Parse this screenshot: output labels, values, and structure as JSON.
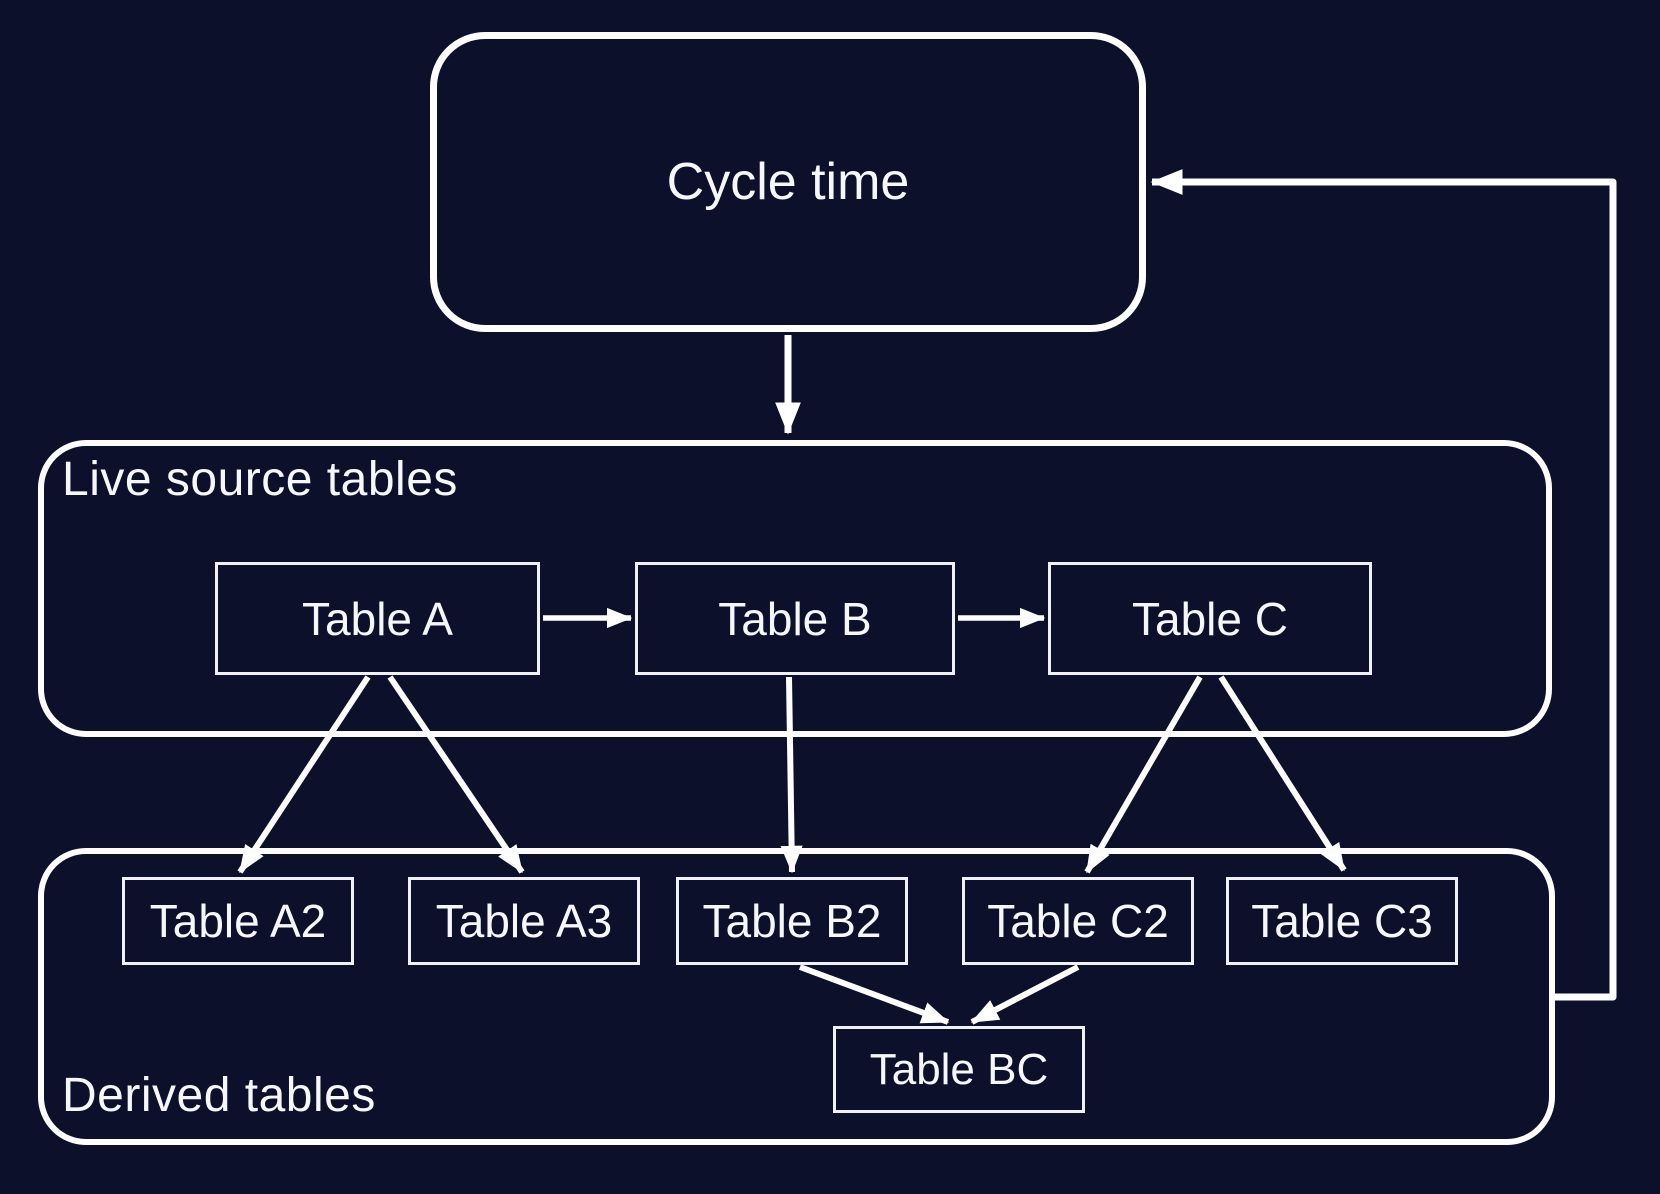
{
  "diagram": {
    "type": "flow-diagram",
    "cycle_node": {
      "label": "Cycle time"
    },
    "groups": [
      {
        "id": "live_source",
        "label": "Live source tables",
        "nodes": [
          {
            "id": "table_a",
            "label": "Table A"
          },
          {
            "id": "table_b",
            "label": "Table B"
          },
          {
            "id": "table_c",
            "label": "Table C"
          }
        ]
      },
      {
        "id": "derived",
        "label": "Derived tables",
        "nodes": [
          {
            "id": "table_a2",
            "label": "Table A2"
          },
          {
            "id": "table_a3",
            "label": "Table A3"
          },
          {
            "id": "table_b2",
            "label": "Table B2"
          },
          {
            "id": "table_c2",
            "label": "Table C2"
          },
          {
            "id": "table_c3",
            "label": "Table C3"
          },
          {
            "id": "table_bc",
            "label": "Table BC"
          }
        ]
      }
    ],
    "edges": [
      {
        "from": "cycle_time",
        "to": "live_source_tables"
      },
      {
        "from": "table_a",
        "to": "table_b"
      },
      {
        "from": "table_b",
        "to": "table_c"
      },
      {
        "from": "table_a",
        "to": "table_a2"
      },
      {
        "from": "table_a",
        "to": "table_a3"
      },
      {
        "from": "table_b",
        "to": "table_b2"
      },
      {
        "from": "table_c",
        "to": "table_c2"
      },
      {
        "from": "table_c",
        "to": "table_c3"
      },
      {
        "from": "table_b2",
        "to": "table_bc"
      },
      {
        "from": "table_c2",
        "to": "table_bc"
      },
      {
        "from": "derived_tables",
        "to": "cycle_time",
        "note": "feedback loop"
      }
    ],
    "colors": {
      "background": "#0d102b",
      "stroke": "#ffffff",
      "text": "#f6f7fb"
    }
  }
}
